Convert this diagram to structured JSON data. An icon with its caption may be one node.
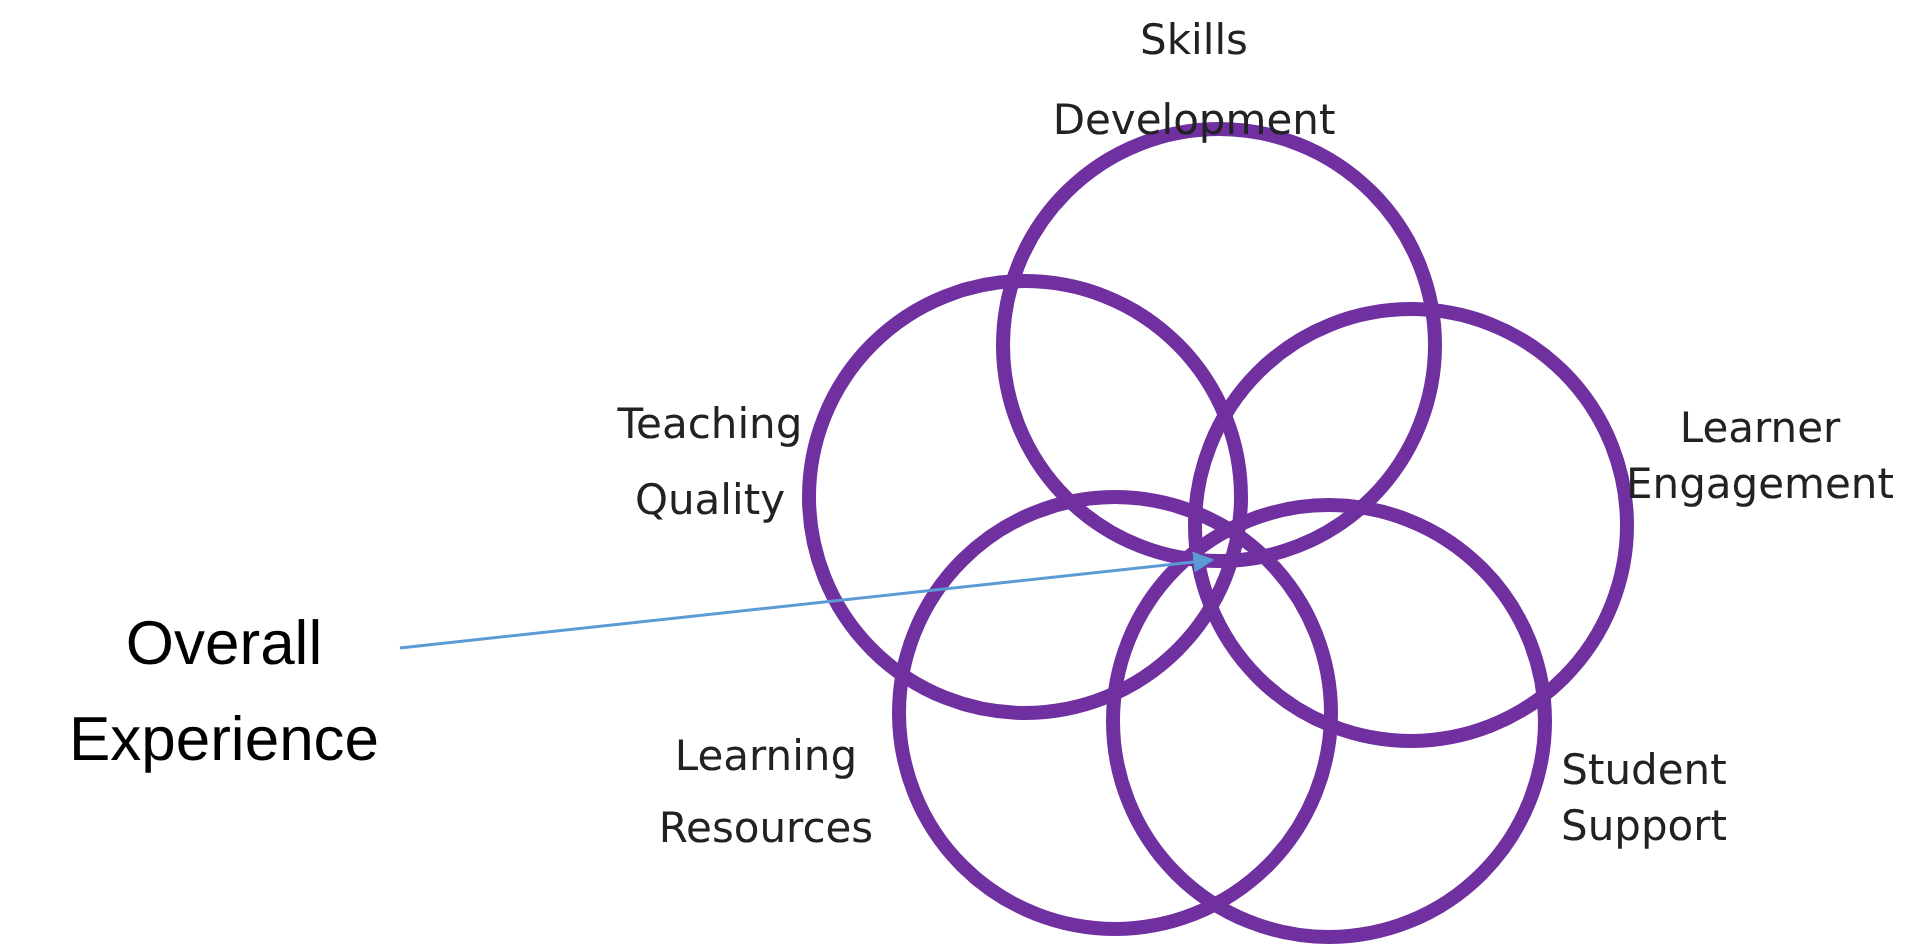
{
  "diagram": {
    "nodes": [
      {
        "text": [
          "Skills Development"
        ]
      },
      {
        "text": [
          "Teaching Quality"
        ]
      },
      {
        "text": [
          "Learner Engagement"
        ]
      },
      {
        "text": [
          "Learning Resources"
        ]
      },
      {
        "text": [
          "Student Support"
        ]
      },
      {
        "text": [
          "Overall Experience"
        ]
      }
    ],
    "edges": [
      {
        "from": 5,
        "to": 0,
        "arrow": "to",
        "color": "#5b9bd5"
      }
    ]
  }
}
